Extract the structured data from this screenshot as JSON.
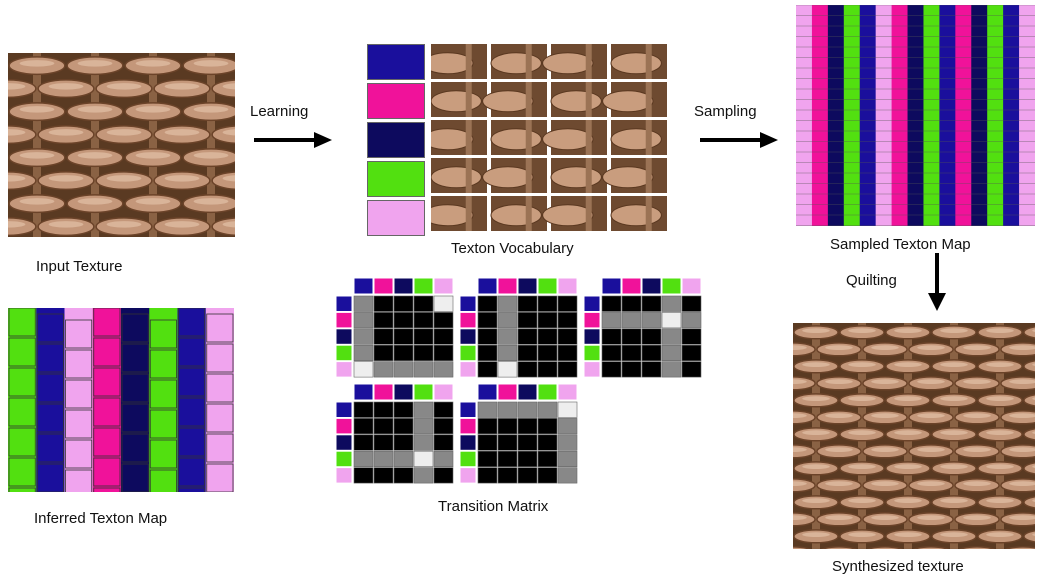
{
  "labels": {
    "input_texture": "Input Texture",
    "learning": "Learning",
    "texton_vocabulary": "Texton Vocabulary",
    "sampling": "Sampling",
    "sampled_texton_map": "Sampled Texton Map",
    "quilting": "Quilting",
    "inferred_texton_map": "Inferred Texton Map",
    "transition_matrix": "Transition Matrix",
    "synthesized_texture": "Synthesized texture"
  },
  "palette": {
    "blue": "#1a0f9c",
    "magenta": "#f0129a",
    "navy": "#0d0a5e",
    "green": "#52e010",
    "pink": "#f0a4ee"
  },
  "texton_colors": [
    "blue",
    "magenta",
    "navy",
    "green",
    "pink"
  ],
  "sampled_map_columns": [
    "pink",
    "magenta",
    "navy",
    "green",
    "blue",
    "pink",
    "magenta",
    "navy",
    "green",
    "blue",
    "magenta",
    "navy",
    "green",
    "blue",
    "pink"
  ],
  "inferred_map_columns": [
    "green",
    "blue",
    "pink",
    "magenta",
    "navy",
    "green",
    "blue",
    "pink"
  ],
  "transition_matrices": [
    {
      "bright": [
        [
          4,
          0
        ],
        [
          0,
          4
        ]
      ],
      "gray_col": 0,
      "gray_row": 4
    },
    {
      "bright": [
        [
          4,
          1
        ]
      ],
      "gray_col": 1,
      "gray_row": -1
    },
    {
      "bright": [
        [
          1,
          3
        ]
      ],
      "gray_col": 3,
      "gray_row": 1
    },
    {
      "bright": [
        [
          3,
          3
        ]
      ],
      "gray_col": 3,
      "gray_row": 3
    },
    {
      "bright": [
        [
          0,
          4
        ]
      ],
      "gray_col": 4,
      "gray_row": 0
    }
  ]
}
